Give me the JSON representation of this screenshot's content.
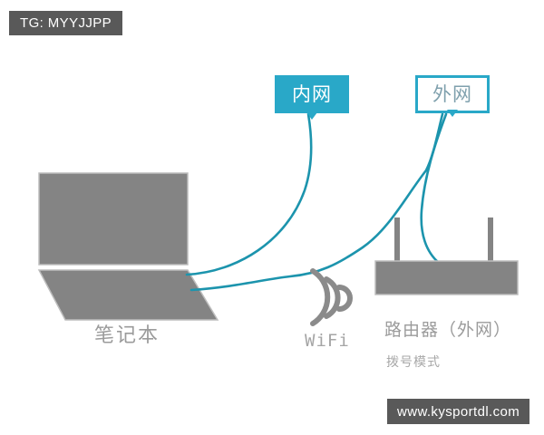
{
  "watermarks": {
    "top_left": "TG: MYYJJPP",
    "bottom_right": "www.kysportdl.com"
  },
  "colors": {
    "accent_fill": "#29a8c8",
    "accent_line": "#1c94ad",
    "device_gray": "#848484",
    "icon_gray": "#8b8b8b",
    "caption_gray": "#9b9b9b",
    "watermark_bg": "#595959",
    "background": "#ffffff"
  },
  "callouts": {
    "intranet": {
      "label": "内网",
      "style": "filled"
    },
    "extranet": {
      "label": "外网",
      "style": "outlined"
    }
  },
  "devices": {
    "laptop": {
      "caption": "笔记本",
      "icon": "laptop-icon"
    },
    "wifi": {
      "caption": "WiFi",
      "icon": "wifi-waves-icon"
    },
    "router": {
      "caption": "路由器（外网）",
      "subcaption": "拨号模式",
      "icon": "router-icon"
    }
  }
}
